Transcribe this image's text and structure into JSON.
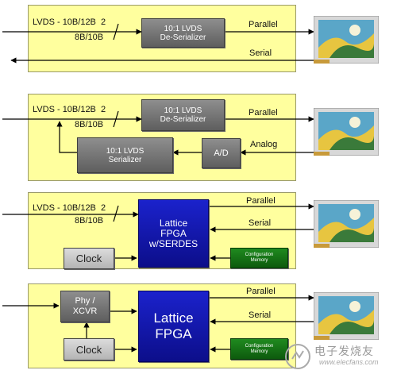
{
  "panels": [
    {
      "lvds_label": "LVDS - 10B/12B",
      "lvds_suffix": "2",
      "encoding": "8B/10B",
      "deserializer": "10:1 LVDS\nDe-Serializer",
      "parallel": "Parallel",
      "serial": "Serial"
    },
    {
      "lvds_label": "LVDS - 10B/12B",
      "lvds_suffix": "2",
      "encoding": "8B/10B",
      "deserializer": "10:1 LVDS\nDe-Serializer",
      "serializer": "10:1 LVDS\nSerializer",
      "ad": "A/D",
      "parallel": "Parallel",
      "analog": "Analog"
    },
    {
      "lvds_label": "LVDS - 10B/12B",
      "lvds_suffix": "2",
      "encoding": "8B/10B",
      "fpga": "Lattice\nFPGA\nw/SERDES",
      "clock": "Clock",
      "config_memory": "Configuration\nMemory",
      "parallel": "Parallel",
      "serial": "Serial"
    },
    {
      "phy": "Phy /\nXCVR",
      "fpga": "Lattice\nFPGA",
      "clock": "Clock",
      "config_memory": "Configuration\nMemory",
      "parallel": "Parallel",
      "serial": "Serial"
    }
  ],
  "watermark": {
    "main": "电子发烧友",
    "url": "www.elecfans.com"
  },
  "colors": {
    "panel_fill": "#ffff9e",
    "fpga_blue": "#1b22cc",
    "memory_green": "#1f8a1f",
    "block_gray": "#6e6e6e"
  }
}
